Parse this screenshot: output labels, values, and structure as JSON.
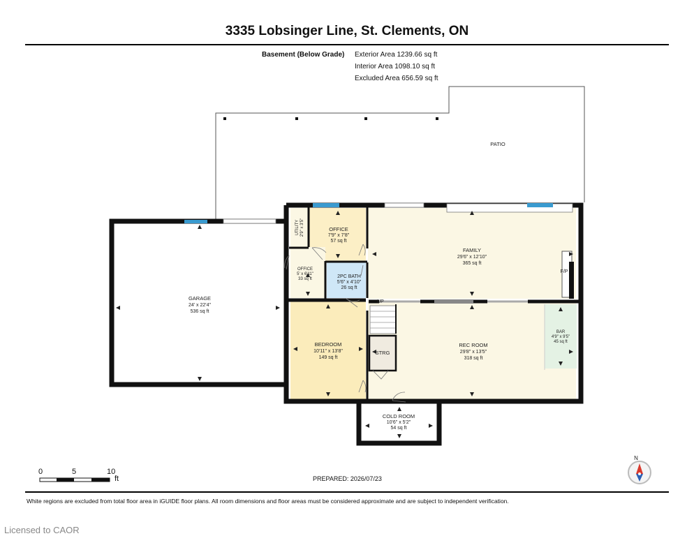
{
  "header": {
    "title": "3335 Lobsinger Line, St. Clements, ON"
  },
  "level": {
    "name": "Basement (Below Grade)",
    "areas": [
      "Exterior Area 1239.66 sq ft",
      "Interior Area 1098.10 sq ft",
      "Excluded Area 656.59 sq ft"
    ]
  },
  "rooms": {
    "patio": {
      "name": "PATIO"
    },
    "garage": {
      "name": "GARAGE",
      "dims": "24' x 22'4\"",
      "area": "536 sq ft"
    },
    "utility": {
      "name": "UTILITY",
      "dims": "2'9\" x 3'5\""
    },
    "office_main": {
      "name": "OFFICE",
      "dims": "7'9\" x 7'8\"",
      "area": "57 sq ft"
    },
    "office_small": {
      "name": "OFFICE",
      "dims": "5' x 6'11\"",
      "area": "33 sq ft"
    },
    "bath": {
      "name": "2PC BATH",
      "dims": "5'6\" x 4'10\"",
      "area": "26 sq ft"
    },
    "family": {
      "name": "FAMILY",
      "dims": "29'6\" x 12'10\"",
      "area": "365 sq ft"
    },
    "fireplace": {
      "name": "F/P"
    },
    "bedroom": {
      "name": "BEDROOM",
      "dims": "10'11\" x 13'8\"",
      "area": "149 sq ft"
    },
    "storage": {
      "name": "STRG"
    },
    "rec": {
      "name": "REC ROOM",
      "dims": "29'8\" x 13'5\"",
      "area": "318 sq ft"
    },
    "bar": {
      "name": "BAR",
      "dims": "4'9\" x 9'5\"",
      "area": "45 sq ft"
    },
    "cold": {
      "name": "COLD ROOM",
      "dims": "10'6\" x 5'2\"",
      "area": "54 sq ft"
    },
    "stairs": {
      "name": "UP"
    }
  },
  "scale": {
    "ticks": [
      "0",
      "5",
      "10"
    ],
    "unit": "ft"
  },
  "compass": {
    "label": "N"
  },
  "footer": {
    "prepared": "PREPARED: 2026/07/23",
    "disclaimer": "White regions are excluded from total floor area in iGUIDE floor plans. All room dimensions and floor areas must be considered approximate and are subject to independent verification.",
    "licensed": "Licensed to CAOR"
  },
  "colors": {
    "walls": "#111111",
    "living_fill": "#fbf7e4",
    "office_fill": "#fcefc6",
    "bath_fill": "#cfe7f7",
    "bedroom_fill": "#fbecbb",
    "bar_fill": "#e4f2e4",
    "window": "#3a9bd0"
  }
}
